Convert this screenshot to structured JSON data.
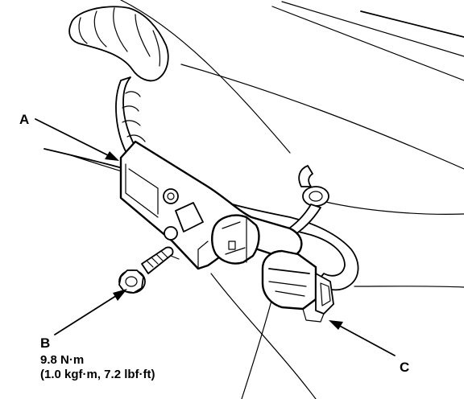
{
  "callouts": {
    "a": {
      "letter": "A"
    },
    "b": {
      "letter": "B",
      "torque_nm": "9.8 N·m",
      "torque_alt": "(1.0 kgf·m, 7.2 lbf·ft)"
    },
    "c": {
      "letter": "C"
    }
  },
  "colors": {
    "ink": "#000000",
    "paper": "#ffffff"
  }
}
